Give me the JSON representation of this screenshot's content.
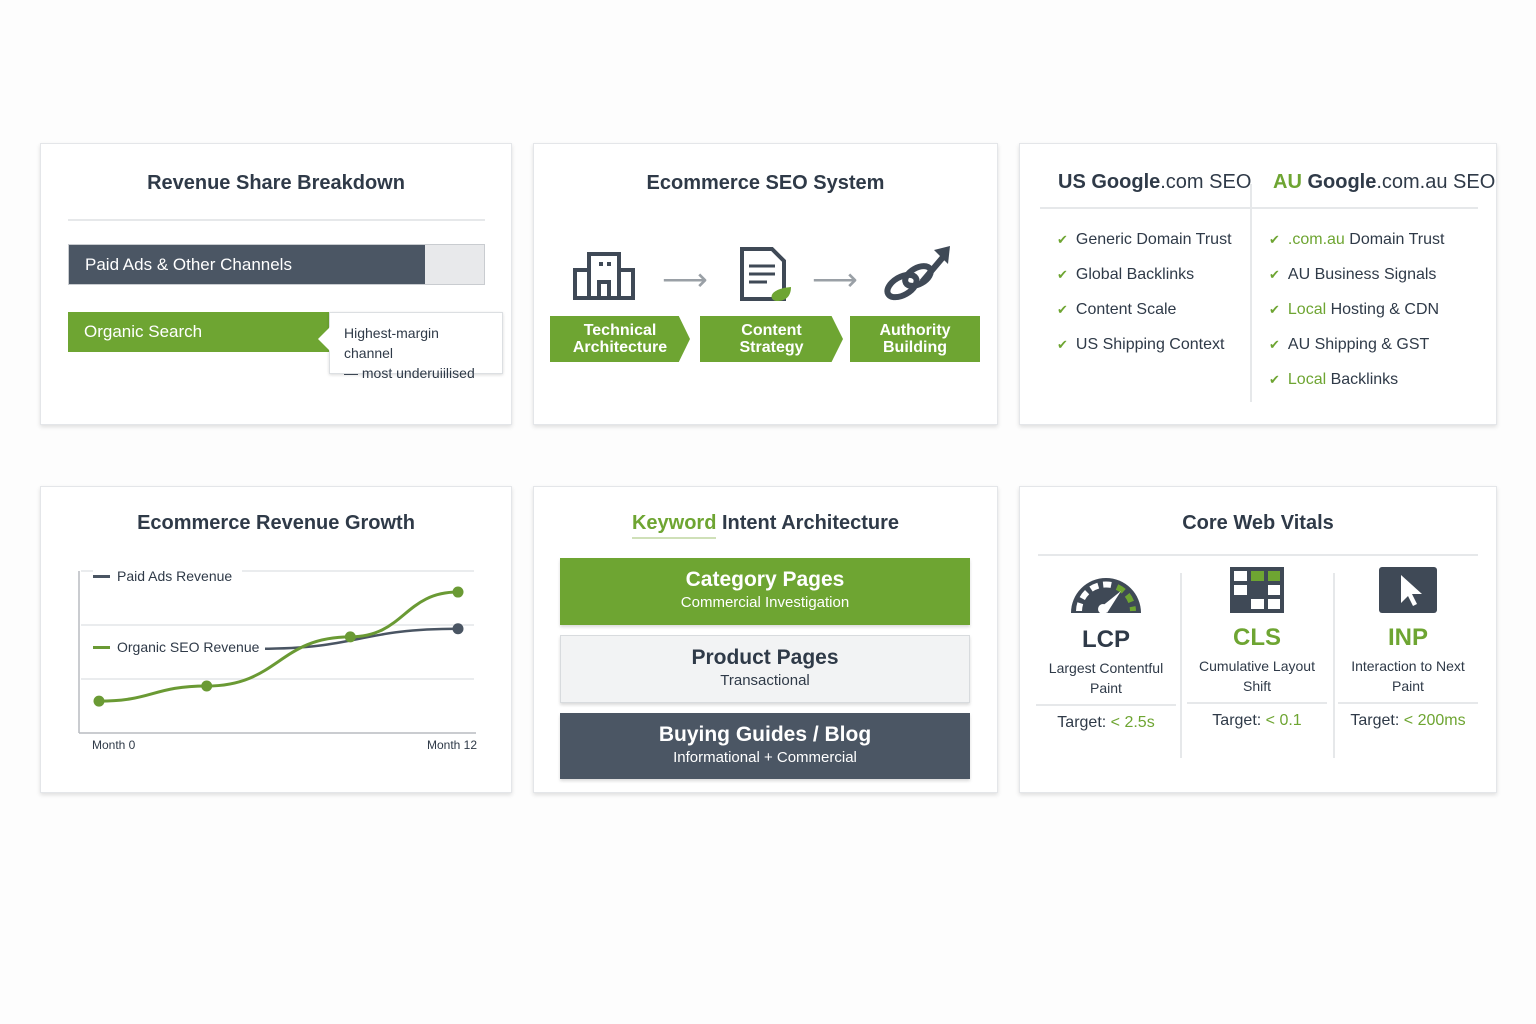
{
  "revenue_share": {
    "title": "Revenue Share Breakdown",
    "paid_label": "Paid Ads & Other Channels",
    "organic_label": "Organic Search",
    "callout_line1": "Highest-margin channel",
    "callout_line2": "— most underuiilised"
  },
  "seo_system": {
    "title": "Ecommerce SEO System",
    "steps": [
      {
        "line1": "Technical",
        "line2": "Architecture",
        "icon": "building-icon"
      },
      {
        "line1": "Content",
        "line2": "Strategy",
        "icon": "document-leaf-icon"
      },
      {
        "line1": "Authority",
        "line2": "Building",
        "icon": "link-arrow-icon"
      }
    ]
  },
  "compare": {
    "us": {
      "prefix": "US",
      "brand": "Google",
      "domain": ".com SEO",
      "items": [
        "Generic Domain Trust",
        "Global Backlinks",
        "Content Scale",
        "US Shipping Context"
      ]
    },
    "au": {
      "prefix": "AU",
      "brand": "Google",
      "domain": ".com.au SEO",
      "items": [
        {
          "hl": ".com.au",
          "rest": " Domain Trust"
        },
        {
          "hl": "",
          "rest": "AU Business Signals"
        },
        {
          "hl": "Local",
          "rest": " Hosting & CDN"
        },
        {
          "hl": "",
          "rest": "AU Shipping & GST"
        },
        {
          "hl": "Local",
          "rest": " Backlinks"
        }
      ]
    }
  },
  "chart_data": {
    "type": "line",
    "title": "Ecommerce Revenue Growth",
    "xlabel": "",
    "ylabel": "",
    "x_tick_labels": [
      "Month 0",
      "Month 12"
    ],
    "xlim": [
      0,
      12
    ],
    "ylim": [
      0,
      3
    ],
    "grid": true,
    "series": [
      {
        "name": "Paid Ads Revenue",
        "color": "#4a5563",
        "x": [
          5.4,
          12
        ],
        "y": [
          1.56,
          1.93
        ]
      },
      {
        "name": "Organic SEO Revenue",
        "color": "#6a9a34",
        "x": [
          0,
          3.6,
          8.4,
          12
        ],
        "y": [
          0.59,
          0.87,
          1.78,
          2.61
        ]
      }
    ]
  },
  "keyword": {
    "title_hl": "Keyword",
    "title_rest": " Intent Architecture",
    "tiers": [
      {
        "name": "Category Pages",
        "intent": "Commercial Investigation"
      },
      {
        "name": "Product Pages",
        "intent": "Transactional"
      },
      {
        "name": "Buying Guides / Blog",
        "intent": "Informational + Commercial"
      }
    ]
  },
  "vitals": {
    "title": "Core Web Vitals",
    "target_label": "Target:",
    "items": [
      {
        "abbr": "LCP",
        "name1": "Largest Contentful",
        "name2": "Paint",
        "target": "< 2.5s"
      },
      {
        "abbr": "CLS",
        "name1": "Cumulative Layout",
        "name2": "Shift",
        "target": "< 0.1"
      },
      {
        "abbr": "INP",
        "name1": "Interaction to Next",
        "name2": "Paint",
        "target": "< 200ms"
      }
    ]
  },
  "colors": {
    "green": "#6ea532",
    "slate": "#4a5563"
  }
}
